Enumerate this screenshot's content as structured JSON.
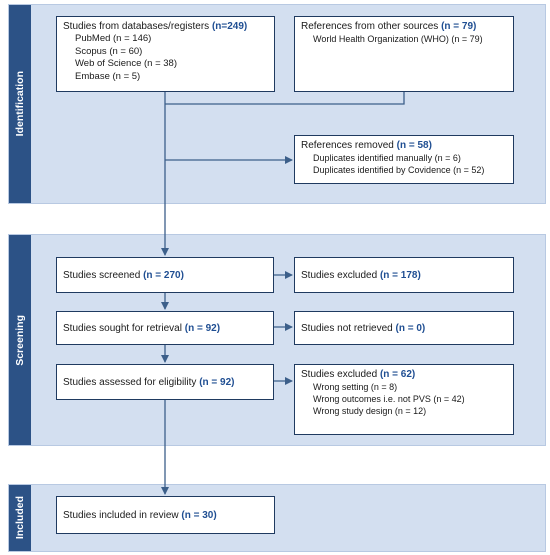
{
  "phases": {
    "identification": "Identification",
    "screening": "Screening",
    "included": "Included"
  },
  "boxes": {
    "databases": {
      "title": "Studies from databases/registers",
      "title_n": "(n=249)",
      "items": [
        "PubMed (n = 146)",
        "Scopus (n = 60)",
        "Web of Science (n = 38)",
        "Embase (n = 5)"
      ]
    },
    "other_sources": {
      "title": "References from other sources",
      "title_n": "(n = 79)",
      "items": [
        "World Health Organization (WHO) (n = 79)"
      ]
    },
    "removed": {
      "title": "References removed",
      "title_n": "(n = 58)",
      "items": [
        "Duplicates identified manually (n = 6)",
        "Duplicates identified by Covidence (n = 52)"
      ]
    },
    "screened": {
      "title": "Studies screened",
      "title_n": "(n = 270)"
    },
    "excluded_screen": {
      "title": "Studies excluded",
      "title_n": "(n = 178)"
    },
    "retrieval": {
      "title": "Studies sought for retrieval",
      "title_n": "(n = 92)"
    },
    "not_retrieved": {
      "title": "Studies not retrieved",
      "title_n": "(n = 0)"
    },
    "eligibility": {
      "title": "Studies assessed for eligibility",
      "title_n": "(n = 92)"
    },
    "excluded_elig": {
      "title": "Studies excluded",
      "title_n": "(n = 62)",
      "items": [
        "Wrong setting (n = 8)",
        "Wrong outcomes i.e. not PVS (n = 42)",
        "Wrong study design (n = 12)"
      ]
    },
    "included": {
      "title": "Studies included in review",
      "title_n": "(n = 30)"
    }
  },
  "colors": {
    "phase_bg": "#d3dff0",
    "phase_tab": "#2c5286",
    "line": "#3c5f8a",
    "n_value": "#1f4e92"
  }
}
